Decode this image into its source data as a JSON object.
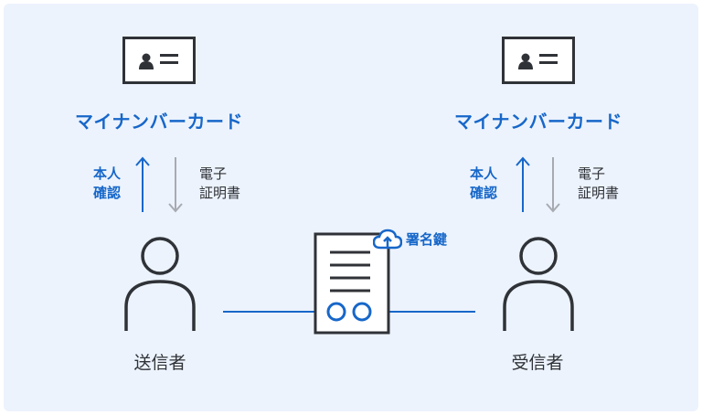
{
  "left": {
    "card_title": "マイナンバーカード",
    "auth_label": "本人\n確認",
    "cert_label": "電子\n証明書",
    "person_label": "送信者"
  },
  "right": {
    "card_title": "マイナンバーカード",
    "auth_label": "本人\n確認",
    "cert_label": "電子\n証明書",
    "person_label": "受信者"
  },
  "center": {
    "key_label": "署名鍵"
  },
  "colors": {
    "accent": "#1767c9",
    "ink": "#2f3237",
    "gray_arrow": "#a7abb1",
    "background": "#ecf3fd"
  },
  "icons": [
    "id-card-icon",
    "person-icon",
    "document-icon",
    "cloud-key-icon",
    "up-arrow-icon",
    "down-arrow-icon"
  ]
}
